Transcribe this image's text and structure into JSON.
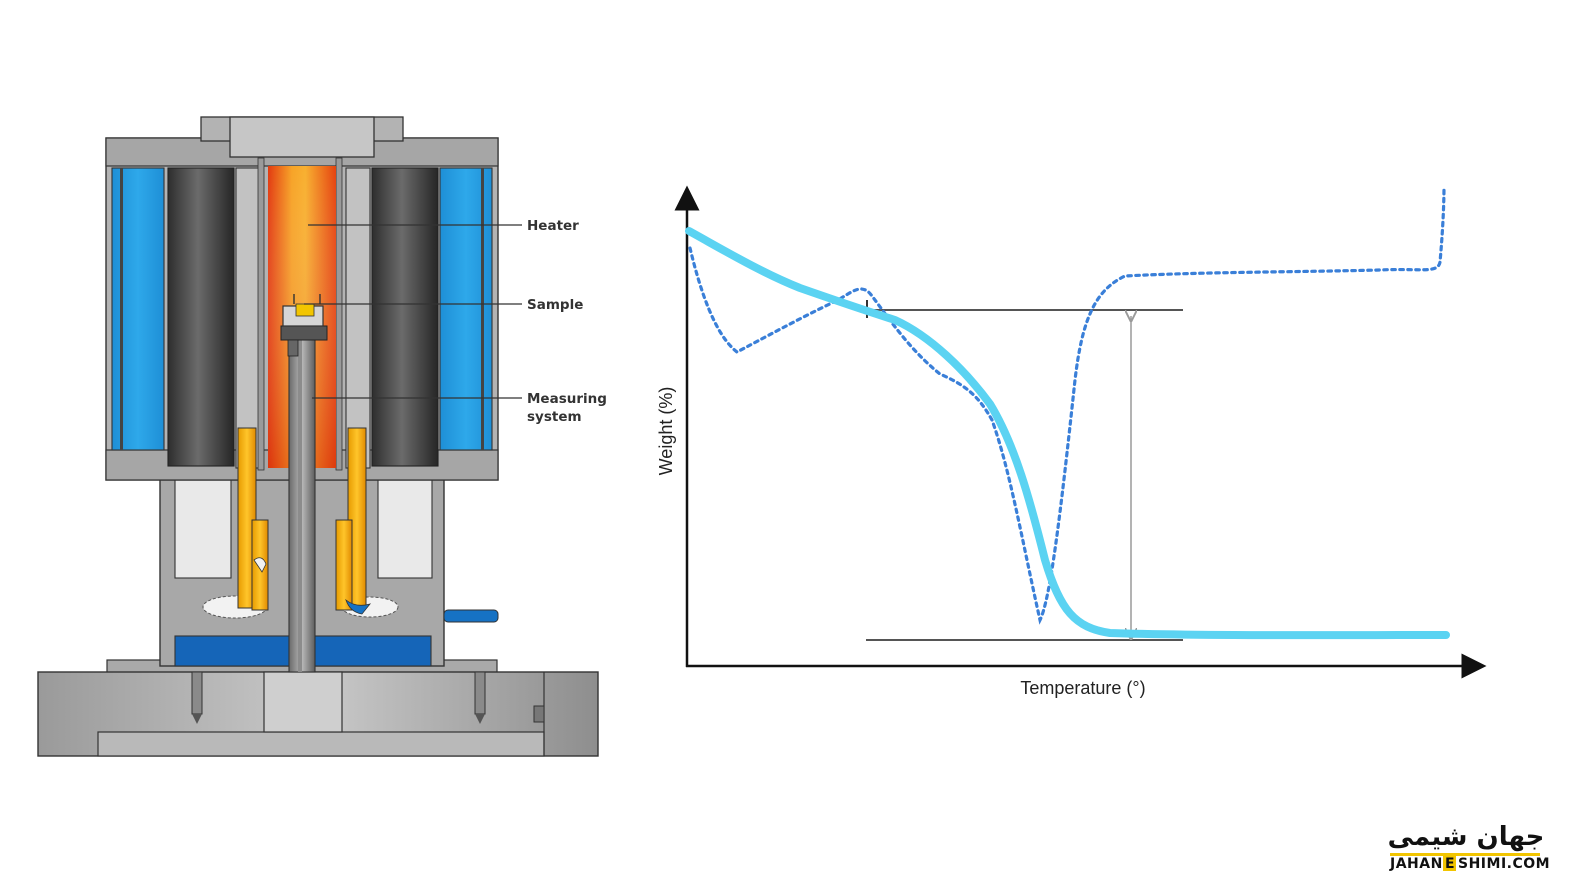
{
  "diagram": {
    "labels": {
      "heater": "Heater",
      "sample": "Sample",
      "measuring_line1": "Measuring",
      "measuring_line2": "system"
    }
  },
  "chart_data": {
    "type": "line",
    "title": "",
    "xlabel": "Temperature (°)",
    "ylabel": "Weight (%)",
    "series": [
      {
        "style": "solid",
        "color": "#5bd3f2"
      },
      {
        "style": "dotted",
        "color": "#3a7fd8"
      }
    ],
    "grid": false
  },
  "logo": {
    "text_fa": "جهان شیمی",
    "text_en_left": "JAHAN",
    "text_en_mid": "E",
    "text_en_right": "SHIMI.COM",
    "accent": "#f2c500"
  }
}
